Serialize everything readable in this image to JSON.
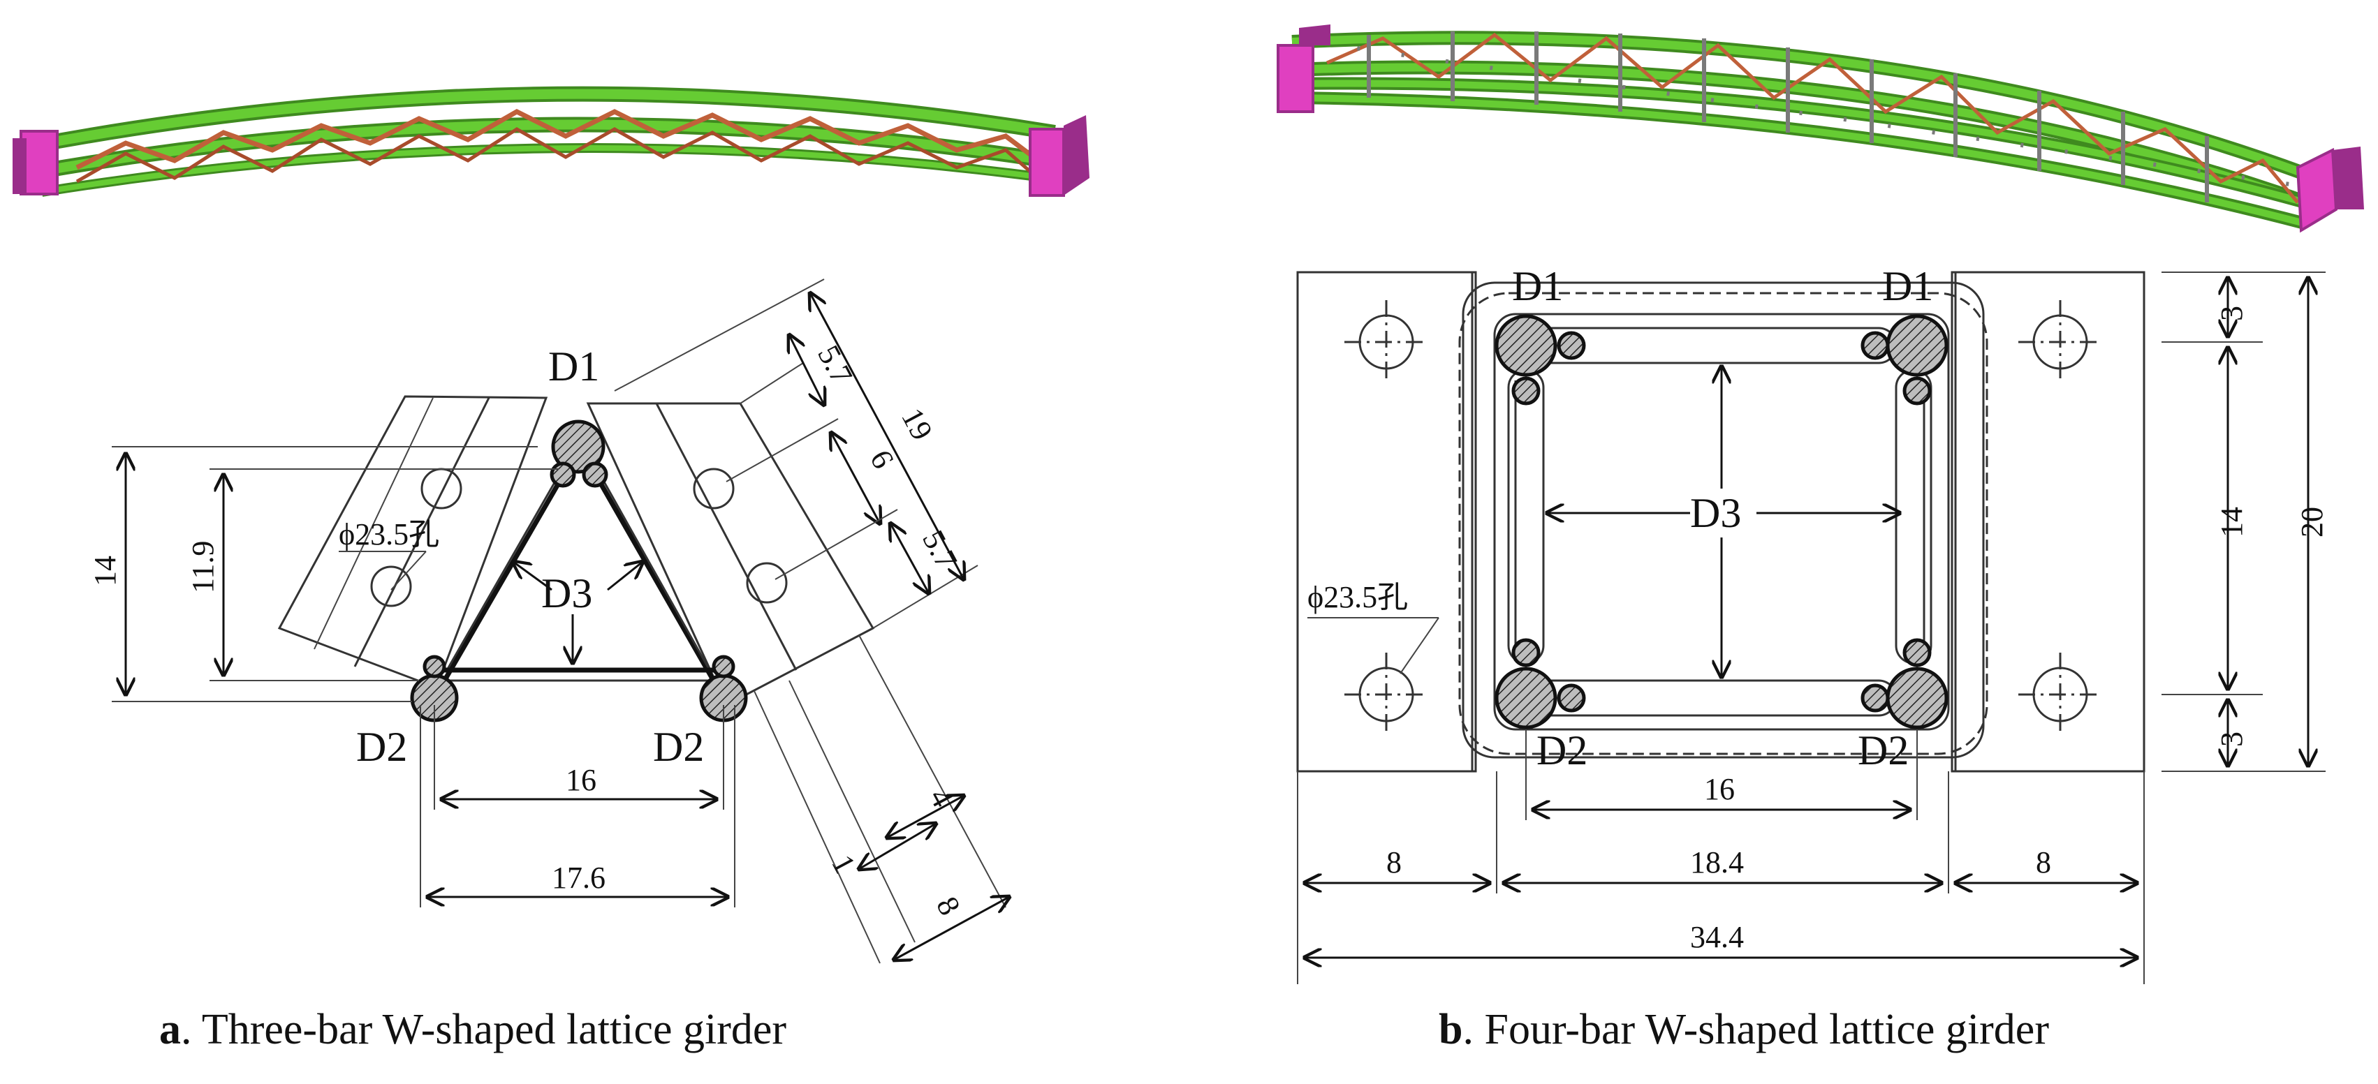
{
  "colors": {
    "chord": "#66cc33",
    "chord_edge": "#3f8a1f",
    "web": "#c0603a",
    "end_plate": "#e040c0",
    "end_plate_dark": "#9a2d8a",
    "stud": "#7a7a7a"
  },
  "panel_a": {
    "caption_letter": "a",
    "caption_text": ". Three-bar W-shaped lattice girder",
    "labels": {
      "d1": "D1",
      "d2_left": "D2",
      "d2_right": "D2",
      "d3": "D3"
    },
    "hole_note": "ϕ23.5孔",
    "dims": {
      "height_outer": "14",
      "height_inner": "11.9",
      "spacing_top": "5.7",
      "spacing_mid": "6",
      "spacing_bottom": "5.7",
      "plate_length": "19",
      "base_inner": "16",
      "base_outer": "17.6",
      "plate_gap": "1",
      "plate_thk": "4",
      "plate_width": "8"
    }
  },
  "panel_b": {
    "caption_letter": "b",
    "caption_text": ". Four-bar W-shaped lattice girder",
    "labels": {
      "d1_left": "D1",
      "d1_right": "D1",
      "d2_left": "D2",
      "d2_right": "D2",
      "d3": "D3"
    },
    "hole_note": "ϕ23.5孔",
    "dims": {
      "edge_top": "3",
      "middle": "14",
      "edge_bottom": "3",
      "total_height": "20",
      "inner_width": "16",
      "plate_left": "8",
      "center_width": "18.4",
      "plate_right": "8",
      "total_width": "34.4"
    }
  }
}
